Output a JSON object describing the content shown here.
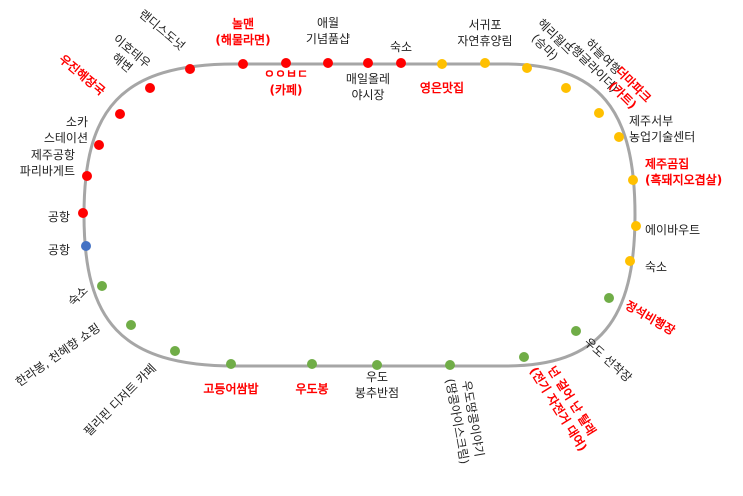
{
  "colors": {
    "track": "#a6a6a6",
    "red": "#ff0000",
    "yellow": "#ffc000",
    "green": "#70ad47",
    "blue": "#4472c4",
    "highlight_text": "#ff0000",
    "text": "#222222"
  },
  "stops": [
    {
      "id": "airport-blue",
      "color": "blue",
      "label": [
        "공항"
      ],
      "highlight": false
    },
    {
      "id": "airport-red",
      "color": "red",
      "label": [
        "공항"
      ],
      "highlight": false
    },
    {
      "id": "paris-baguette",
      "color": "red",
      "label": [
        "제주공항",
        "파리바게트"
      ],
      "highlight": false
    },
    {
      "id": "soka-station",
      "color": "red",
      "label": [
        "소카",
        "스테이션"
      ],
      "highlight": false
    },
    {
      "id": "woojin-haejang",
      "color": "red",
      "label": [
        "우진해장국"
      ],
      "highlight": true
    },
    {
      "id": "ihotewoo",
      "color": "red",
      "label": [
        "이호테우",
        "해변"
      ],
      "highlight": false
    },
    {
      "id": "landis",
      "color": "red",
      "label": [
        "랜디스도넛"
      ],
      "highlight": false
    },
    {
      "id": "nolman",
      "color": "red",
      "label": [
        "놀맨",
        "(해물라면)"
      ],
      "highlight": true
    },
    {
      "id": "cafe-unknown",
      "color": "red",
      "label": [
        "ㅇㅇㅂㄷ",
        "(카페)"
      ],
      "highlight": true
    },
    {
      "id": "aewol",
      "color": "red",
      "label": [
        "애월",
        "기념품샵"
      ],
      "highlight": false
    },
    {
      "id": "maeil-olle",
      "color": "red",
      "label": [
        "매일올레",
        "야시장"
      ],
      "highlight": false
    },
    {
      "id": "lodging-north",
      "color": "red",
      "label": [
        "숙소"
      ],
      "highlight": false
    },
    {
      "id": "youngeun",
      "color": "yellow",
      "label": [
        "영은맛집"
      ],
      "highlight": true
    },
    {
      "id": "seogwipo-forest",
      "color": "yellow",
      "label": [
        "서귀포",
        "자연휴양림"
      ],
      "highlight": false
    },
    {
      "id": "heli-world",
      "color": "yellow",
      "label": [
        "헤리월드",
        "(승마)"
      ],
      "highlight": false
    },
    {
      "id": "sky-travel",
      "color": "yellow",
      "label": [
        "하늘여행",
        "(행글라이더)"
      ],
      "highlight": false
    },
    {
      "id": "themapark",
      "color": "yellow",
      "label": [
        "더마파크",
        "(카트)"
      ],
      "highlight": true
    },
    {
      "id": "agri-center",
      "color": "yellow",
      "label": [
        "제주서부",
        "농업기술센터"
      ],
      "highlight": false
    },
    {
      "id": "jeju-gomjip",
      "color": "yellow",
      "label": [
        "제주곰집",
        "(흑돼지오겹살)"
      ],
      "highlight": true
    },
    {
      "id": "aboutt",
      "color": "yellow",
      "label": [
        "에이바우트"
      ],
      "highlight": false
    },
    {
      "id": "lodging-east",
      "color": "yellow",
      "label": [
        "숙소"
      ],
      "highlight": false
    },
    {
      "id": "seoksbi-haengjang",
      "color": "green",
      "label": [
        "정석비행장"
      ],
      "highlight": true
    },
    {
      "id": "udo-ferry",
      "color": "green",
      "label": [
        "우도 선착장"
      ],
      "highlight": false
    },
    {
      "id": "ebike",
      "color": "green",
      "label": [
        "넌 걸어 난 탈래",
        "(전기 자전거 대여)"
      ],
      "highlight": true
    },
    {
      "id": "udo-ice",
      "color": "green",
      "label": [
        "우도땅콩이야기",
        "(땅콩아이스크림)"
      ],
      "highlight": false
    },
    {
      "id": "udo-bongchu",
      "color": "green",
      "label": [
        "우도",
        "봉추반점"
      ],
      "highlight": false
    },
    {
      "id": "udo-peak",
      "color": "green",
      "label": [
        "우도봉"
      ],
      "highlight": true
    },
    {
      "id": "godeungeo",
      "color": "green",
      "label": [
        "고등어쌈밥"
      ],
      "highlight": true
    },
    {
      "id": "philippine",
      "color": "green",
      "label": [
        "필리핀 디저트 카페"
      ],
      "highlight": false
    },
    {
      "id": "halla-shop",
      "color": "green",
      "label": [
        "한라봉, 천혜향 쇼핑"
      ],
      "highlight": false
    },
    {
      "id": "lodging-west",
      "color": "green",
      "label": [
        "숙소"
      ],
      "highlight": false
    }
  ]
}
